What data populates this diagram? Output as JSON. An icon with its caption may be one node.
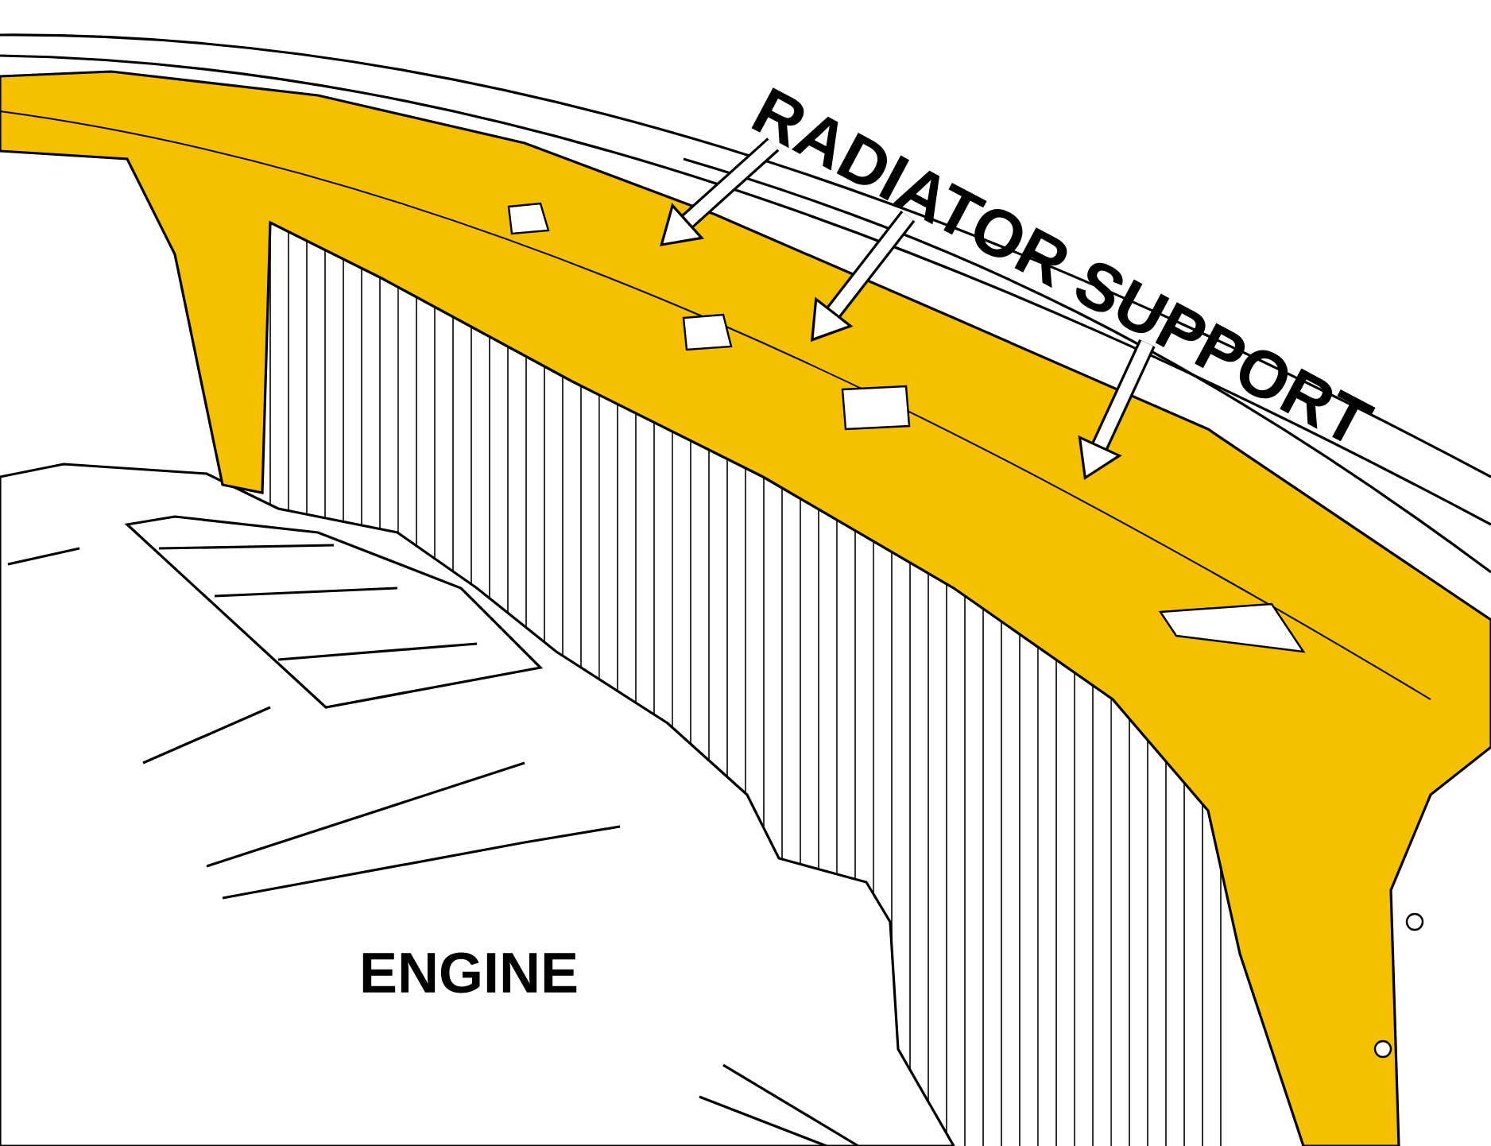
{
  "diagram": {
    "nodes": [
      {
        "text": [
          "RADIATOR SUPPORT"
        ]
      },
      {
        "text": [],
        "shape": "picture"
      }
    ],
    "edges": [
      {
        "from": 0,
        "to": 1,
        "arrow": "to"
      },
      {
        "from": 0,
        "to": 1,
        "arrow": "to"
      },
      {
        "from": 0,
        "to": 1,
        "arrow": "to"
      }
    ],
    "labels": [
      "ENGINE"
    ]
  }
}
